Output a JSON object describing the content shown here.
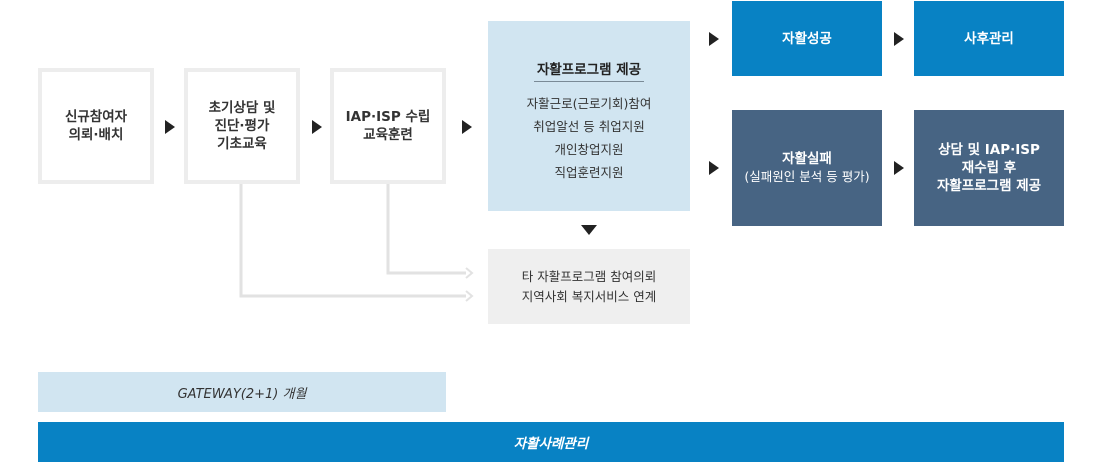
{
  "steps": [
    {
      "text": "신규참여자\n의뢰·배치"
    },
    {
      "text": "초기상담 및\n진단·평가\n기초교육"
    },
    {
      "text": "IAP·ISP 수립\n교육훈련"
    }
  ],
  "program": {
    "title": "자활프로그램 제공",
    "items": [
      "자활근로(근로기회)참여",
      "취업알선 등 취업지원",
      "개인창업지원",
      "직업훈련지원"
    ]
  },
  "results": {
    "success": "자활성공",
    "aftercare": "사후관리",
    "failure_title": "자활실패",
    "failure_sub": "(실패원인 분석 등 평가)",
    "retry": "상담 및 IAP·ISP\n재수립 후\n자활프로그램 제공"
  },
  "referral": {
    "line1": "타 자활프로그램 참여의뢰",
    "line2": "지역사회 복지서비스 연계"
  },
  "bars": {
    "gateway": "GATEWAY(2+1) 개월",
    "case_management": "자활사례관리"
  },
  "colors": {
    "blue": "#0882c4",
    "slate": "#476483",
    "light_blue": "#d1e5f1",
    "light_gray": "#efefef",
    "border_gray": "#ededed"
  }
}
